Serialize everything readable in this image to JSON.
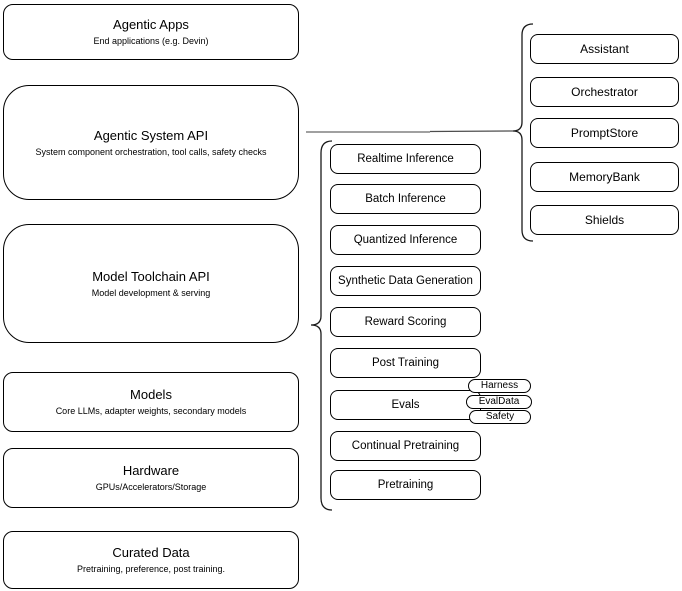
{
  "diagram": {
    "left_stack": [
      {
        "title": "Agentic Apps",
        "subtitle": "End applications (e.g. Devin)"
      },
      {
        "title": "Agentic System API",
        "subtitle": "System component orchestration, tool calls, safety checks"
      },
      {
        "title": "Model Toolchain API",
        "subtitle": "Model development & serving"
      },
      {
        "title": "Models",
        "subtitle": "Core LLMs, adapter weights, secondary models"
      },
      {
        "title": "Hardware",
        "subtitle": "GPUs/Accelerators/Storage"
      },
      {
        "title": "Curated Data",
        "subtitle": "Pretraining, preference, post training."
      }
    ],
    "toolchain_components": [
      "Realtime Inference",
      "Batch Inference",
      "Quantized Inference",
      "Synthetic Data Generation",
      "Reward Scoring",
      "Post Training",
      "Evals",
      "Continual Pretraining",
      "Pretraining"
    ],
    "evals_subcomponents": [
      "Harness",
      "EvalData",
      "Safety"
    ],
    "system_components": [
      "Assistant",
      "Orchestrator",
      "PromptStore",
      "MemoryBank",
      "Shields"
    ],
    "colors": {
      "box_border": "#000000",
      "background": "#ffffff",
      "brace_stroke": "#1a1a1a",
      "connector_gray": "#808080",
      "connector_dark": "#4d4d4d"
    }
  }
}
